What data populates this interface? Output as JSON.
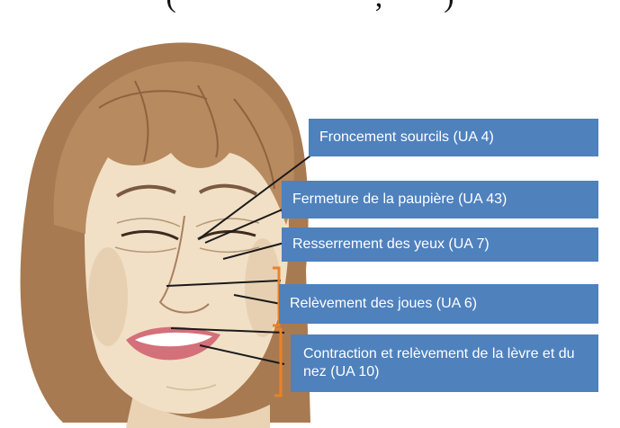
{
  "caption": "(                          ,        )",
  "annotations": [
    {
      "label": "Froncement sourcils (UA 4)"
    },
    {
      "label": "Fermeture de la paupière (UA 43)"
    },
    {
      "label": "Resserrement des yeux (UA 7)"
    },
    {
      "label": "Relèvement des joues (UA 6)"
    },
    {
      "label": "Contraction et relèvement de la lèvre et du nez (UA 10)"
    }
  ],
  "colors": {
    "label_fill": "#4f81bd",
    "label_text": "#ffffff",
    "bracket": "#e8832a",
    "leader_line": "#1a1a1a",
    "hair": "#b07f55",
    "skin": "#f1e0c6",
    "lips": "#d4707a"
  },
  "icons": {
    "illustration": "grimacing-face-illustration"
  }
}
